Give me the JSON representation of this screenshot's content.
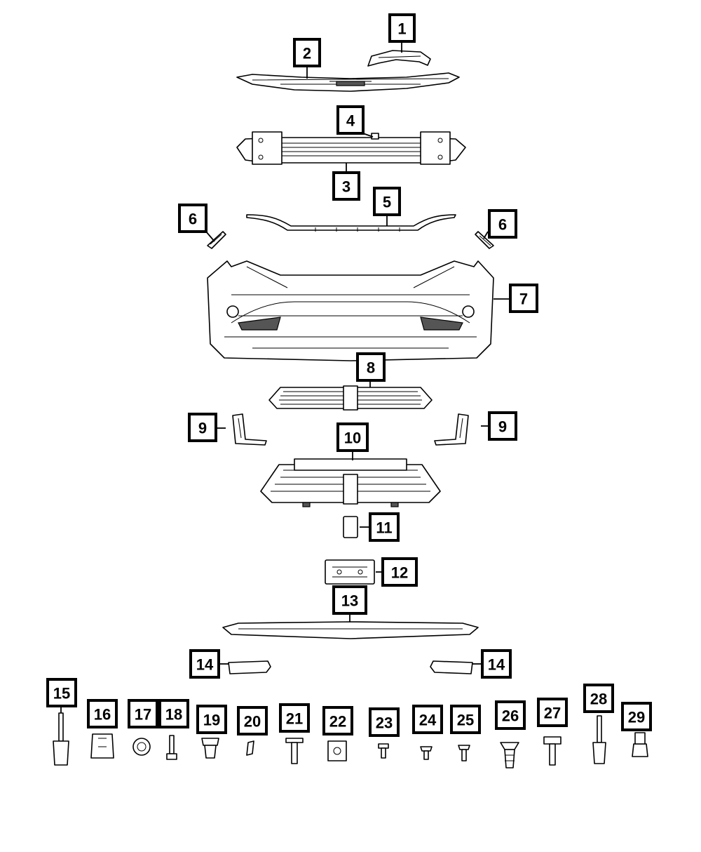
{
  "callouts": [
    {
      "id": "c1a",
      "label": "1"
    },
    {
      "id": "c2a",
      "label": "2"
    },
    {
      "id": "c3a",
      "label": "3"
    },
    {
      "id": "c4a",
      "label": "4"
    },
    {
      "id": "c5a",
      "label": "5"
    },
    {
      "id": "c6a",
      "label": "6"
    },
    {
      "id": "c6b",
      "label": "6"
    },
    {
      "id": "c7a",
      "label": "7"
    },
    {
      "id": "c8a",
      "label": "8"
    },
    {
      "id": "c9a",
      "label": "9"
    },
    {
      "id": "c9b",
      "label": "9"
    },
    {
      "id": "c10a",
      "label": "10"
    },
    {
      "id": "c11a",
      "label": "11"
    },
    {
      "id": "c12a",
      "label": "12"
    },
    {
      "id": "c13a",
      "label": "13"
    },
    {
      "id": "c14a",
      "label": "14"
    },
    {
      "id": "c14b",
      "label": "14"
    },
    {
      "id": "c15a",
      "label": "15"
    },
    {
      "id": "c16a",
      "label": "16"
    },
    {
      "id": "c17a",
      "label": "17"
    },
    {
      "id": "c18a",
      "label": "18"
    },
    {
      "id": "c19a",
      "label": "19"
    },
    {
      "id": "c20a",
      "label": "20"
    },
    {
      "id": "c21a",
      "label": "21"
    },
    {
      "id": "c22a",
      "label": "22"
    },
    {
      "id": "c23a",
      "label": "23"
    },
    {
      "id": "c24a",
      "label": "24"
    },
    {
      "id": "c25a",
      "label": "25"
    },
    {
      "id": "c26a",
      "label": "26"
    },
    {
      "id": "c27a",
      "label": "27"
    },
    {
      "id": "c28a",
      "label": "28"
    },
    {
      "id": "c29a",
      "label": "29"
    }
  ]
}
